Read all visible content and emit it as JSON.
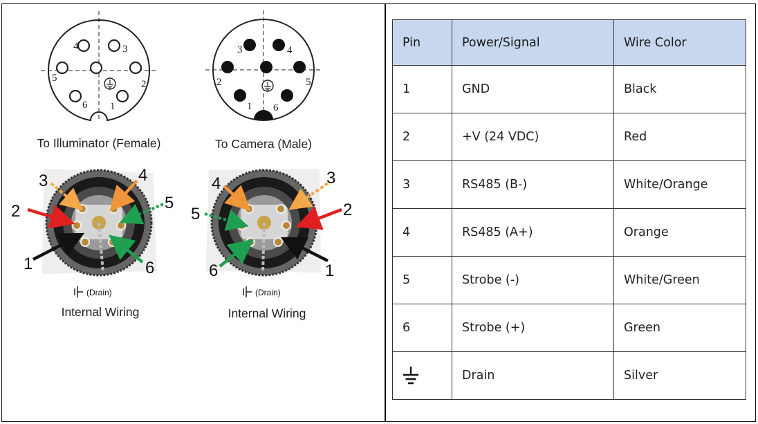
{
  "left_panel": {
    "illuminator_caption": "To Illuminator (Female)",
    "camera_caption": "To Camera (Male)",
    "wiring_caption_left": "Internal Wiring",
    "wiring_caption_right": "Internal Wiring",
    "drain_label": "(Drain)",
    "illuminator_pins": [
      "1",
      "2",
      "3",
      "4",
      "5",
      "6"
    ],
    "camera_pins": [
      "1",
      "2",
      "3",
      "4",
      "5",
      "6"
    ],
    "wire_colors": {
      "black": "#111111",
      "red": "#e02020",
      "white_orange": "#f5a84a",
      "orange": "#f0963a",
      "white_green": "#2fae4e",
      "green": "#1fa050"
    }
  },
  "table": {
    "headers": [
      "Pin",
      "Power/Signal",
      "Wire Color"
    ],
    "header_bg": "#c7d7ee",
    "rows": [
      {
        "pin": "1",
        "signal": "GND",
        "color": "Black"
      },
      {
        "pin": "2",
        "signal": "+V (24 VDC)",
        "color": "Red"
      },
      {
        "pin": "3",
        "signal": "RS485 (B-)",
        "color": "White/Orange"
      },
      {
        "pin": "4",
        "signal": "RS485 (A+)",
        "color": "Orange"
      },
      {
        "pin": "5",
        "signal": "Strobe (-)",
        "color": "White/Green"
      },
      {
        "pin": "6",
        "signal": "Strobe (+)",
        "color": "Green"
      },
      {
        "pin_icon": "ground-icon",
        "signal": "Drain",
        "color": "Silver"
      }
    ]
  }
}
